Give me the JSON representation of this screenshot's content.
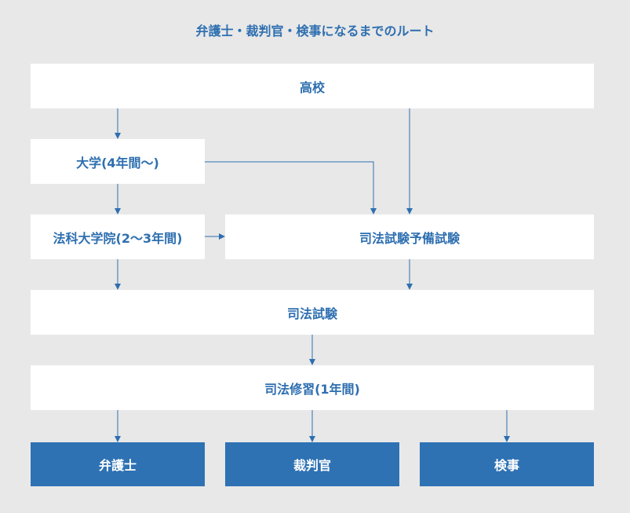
{
  "title": "弁護士・裁判官・検事になるまでのルート",
  "nodes": {
    "high_school": "高校",
    "university": "大学(4年間〜)",
    "law_school": "法科大学院(2〜3年間)",
    "prelim_exam": "司法試験予備試験",
    "bar_exam": "司法試験",
    "training": "司法修習(1年間)",
    "lawyer": "弁護士",
    "judge": "裁判官",
    "prosecutor": "検事"
  },
  "colors": {
    "background": "#e8e8e8",
    "box": "#ffffff",
    "accent": "#2e6fb0",
    "dark_box": "#2e72b4",
    "dark_text": "#ffffff"
  }
}
